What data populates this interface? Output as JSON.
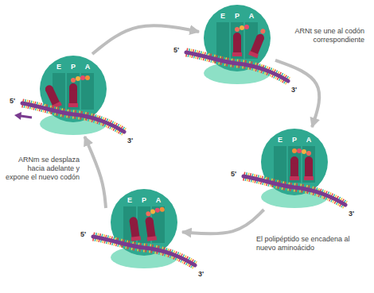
{
  "diagram": {
    "nodes": [
      {
        "text": [
          "E",
          "P",
          "A"
        ]
      },
      {
        "text": [
          "E",
          "P",
          "A"
        ]
      },
      {
        "text": [
          "E",
          "P",
          "A"
        ]
      },
      {
        "text": [
          "E",
          "P",
          "A"
        ]
      }
    ],
    "edges": [
      {
        "from": 1,
        "to": 0,
        "arrow": "to"
      },
      {
        "from": 0,
        "to": 2,
        "arrow": "to"
      },
      {
        "from": 2,
        "to": 3,
        "arrow": "to"
      },
      {
        "from": 3,
        "to": 1,
        "arrow": "to"
      }
    ],
    "labels": [
      "5'",
      "ARNt se une al codón correspondiente",
      "3'",
      "5'",
      "3'",
      "ARNm se desplaza hacia adelante y expone el nuevo codón",
      "5'",
      "3'",
      "El polipéptido se encadena al nuevo aminoácido",
      "5'",
      "3'"
    ]
  }
}
